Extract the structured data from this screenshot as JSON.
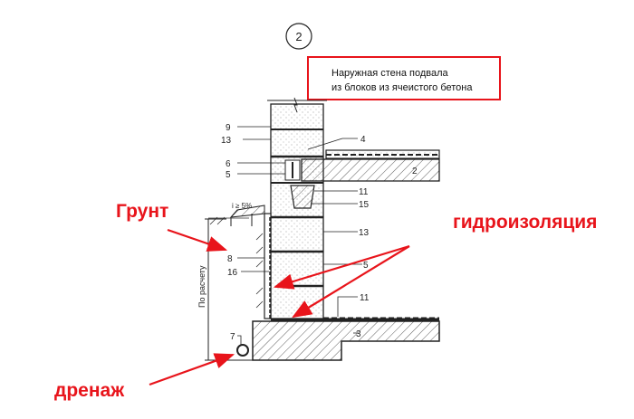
{
  "detail_number": "2",
  "title_box": {
    "line1": "Наружная стена подвала",
    "line2": "из блоков из ячеистого бетона"
  },
  "callouts": {
    "left": [
      "9",
      "13",
      "6",
      "5",
      "8",
      "16",
      "7"
    ],
    "right": [
      "4",
      "2",
      "11",
      "15",
      "13",
      "5",
      "11",
      "3"
    ]
  },
  "slope_label": "i ≥ 5%",
  "dimension_label": "По расчету",
  "annotations": {
    "soil": "Грунт",
    "waterproofing": "гидроизоляция",
    "drainage": "дренаж"
  },
  "colors": {
    "annotation": "#e8141b",
    "line": "#222222"
  }
}
